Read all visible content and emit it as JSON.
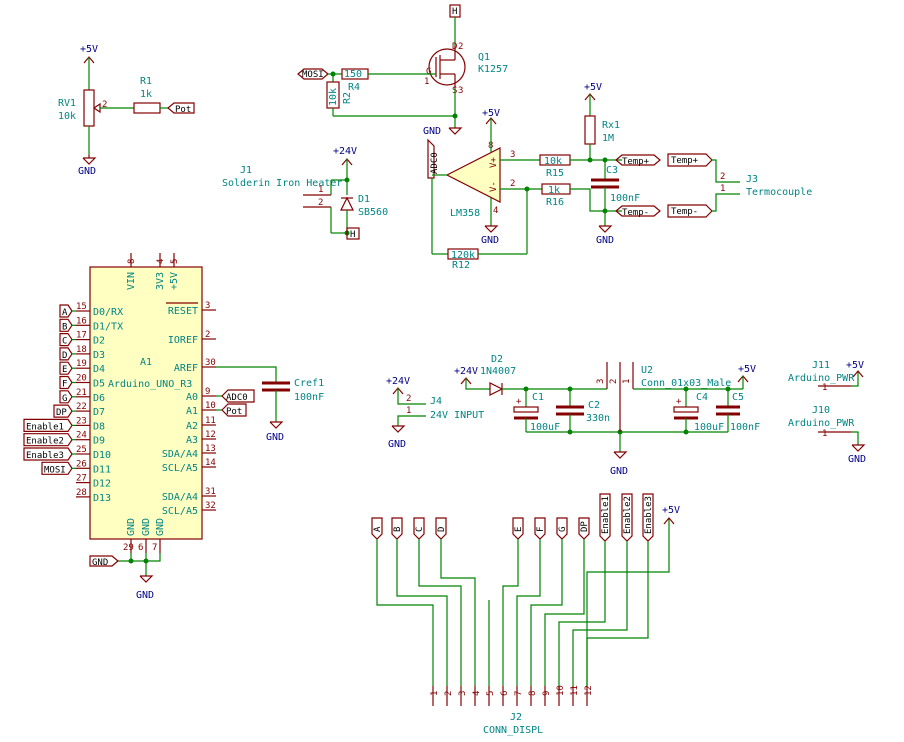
{
  "power": {
    "p5v": "+5V",
    "p24v": "+24V",
    "gnd": "GND",
    "h": "H"
  },
  "rv1": {
    "ref": "RV1",
    "val": "10k",
    "pin2": "2"
  },
  "r1": {
    "ref": "R1",
    "val": "1k"
  },
  "labels": {
    "pot": "Pot",
    "mosi": "MOSI",
    "adc0": "ADC0",
    "temp_plus": "Temp+",
    "temp_minus": "Temp-",
    "gnd": "GND"
  },
  "q1": {
    "ref": "Q1",
    "val": "K1257",
    "g": "G",
    "d": "D",
    "s": "S",
    "p1": "1",
    "p2": "2",
    "p3": "3"
  },
  "r4": {
    "ref": "R4",
    "val": "150"
  },
  "r2": {
    "ref": "R2",
    "val": "10k"
  },
  "j1": {
    "ref": "J1",
    "val": "Solderin Iron Heater",
    "p1": "1",
    "p2": "2"
  },
  "d1": {
    "ref": "D1",
    "val": "SB560"
  },
  "u_opamp": {
    "val": "LM358",
    "vplus": "V+",
    "vminus": "V-",
    "p2": "2",
    "p3": "3",
    "p8": "8",
    "p4": "4"
  },
  "r15": {
    "ref": "R15",
    "val": "10k"
  },
  "r16": {
    "ref": "R16",
    "val": "1k"
  },
  "r12": {
    "ref": "R12",
    "val": "120k"
  },
  "rx1": {
    "ref": "Rx1",
    "val": "1M"
  },
  "c3": {
    "ref": "C3",
    "val": "100nF"
  },
  "j3": {
    "ref": "J3",
    "val": "Termocouple",
    "p1": "1",
    "p2": "2",
    "lab_plus": "Temp+",
    "lab_minus": "Temp-"
  },
  "a1": {
    "ref": "A1",
    "val": "Arduino_UNO_R3",
    "top_pins": [
      {
        "num": "8",
        "name": "VIN"
      },
      {
        "num": "4",
        "name": "3V3"
      },
      {
        "num": "5",
        "name": "+5V"
      }
    ],
    "left_pins": [
      {
        "num": "15",
        "name": "D0/RX",
        "net": "A"
      },
      {
        "num": "16",
        "name": "D1/TX",
        "net": "B"
      },
      {
        "num": "17",
        "name": "D2",
        "net": "C"
      },
      {
        "num": "18",
        "name": "D3",
        "net": "D"
      },
      {
        "num": "19",
        "name": "D4",
        "net": "E"
      },
      {
        "num": "20",
        "name": "D5",
        "net": "F"
      },
      {
        "num": "21",
        "name": "D6",
        "net": "G"
      },
      {
        "num": "22",
        "name": "D7",
        "net": "DP"
      },
      {
        "num": "23",
        "name": "D8",
        "net": "Enable1"
      },
      {
        "num": "24",
        "name": "D9",
        "net": "Enable2"
      },
      {
        "num": "25",
        "name": "D10",
        "net": "Enable3"
      },
      {
        "num": "26",
        "name": "D11",
        "net": "MOSI"
      },
      {
        "num": "27",
        "name": "D12",
        "net": ""
      },
      {
        "num": "28",
        "name": "D13",
        "net": ""
      }
    ],
    "right_pins": [
      {
        "num": "3",
        "name": "RESET"
      },
      {
        "num": "2",
        "name": "IOREF"
      },
      {
        "num": "30",
        "name": "AREF"
      },
      {
        "num": "9",
        "name": "A0"
      },
      {
        "num": "10",
        "name": "A1"
      },
      {
        "num": "11",
        "name": "A2"
      },
      {
        "num": "12",
        "name": "A3"
      },
      {
        "num": "13",
        "name": "SDA/A4"
      },
      {
        "num": "14",
        "name": "SCL/A5"
      },
      {
        "num": "31",
        "name": "SDA/A4"
      },
      {
        "num": "32",
        "name": "SCL/A5"
      }
    ],
    "bottom_pins": [
      {
        "num": "29",
        "name": "GND"
      },
      {
        "num": "6",
        "name": "GND"
      },
      {
        "num": "7",
        "name": "GND"
      }
    ]
  },
  "cref1": {
    "ref": "Cref1",
    "val": "100nF"
  },
  "j4": {
    "ref": "J4",
    "val": "24V INPUT",
    "p1": "1",
    "p2": "2"
  },
  "d2": {
    "ref": "D2",
    "val": "1N4007"
  },
  "c1": {
    "ref": "C1",
    "val": "100uF"
  },
  "c2": {
    "ref": "C2",
    "val": "330n"
  },
  "u2": {
    "ref": "U2",
    "val": "Conn_01x03_Male",
    "p1": "1",
    "p2": "2",
    "p3": "3"
  },
  "c4": {
    "ref": "C4",
    "val": "100uF"
  },
  "c5": {
    "ref": "C5",
    "val": "100nF"
  },
  "j11": {
    "ref": "J11",
    "val": "Arduino_PWR",
    "p1": "1"
  },
  "j10": {
    "ref": "J10",
    "val": "Arduino_PWR",
    "p1": "1"
  },
  "j2": {
    "ref": "J2",
    "val": "CONN_DISPL",
    "pins": [
      "1",
      "2",
      "3",
      "4",
      "5",
      "6",
      "7",
      "8",
      "9",
      "10",
      "11",
      "12"
    ],
    "nets": [
      "A",
      "B",
      "C",
      "D",
      "E",
      "F",
      "G",
      "DP",
      "Enable1",
      "Enable2",
      "Enable3"
    ]
  }
}
